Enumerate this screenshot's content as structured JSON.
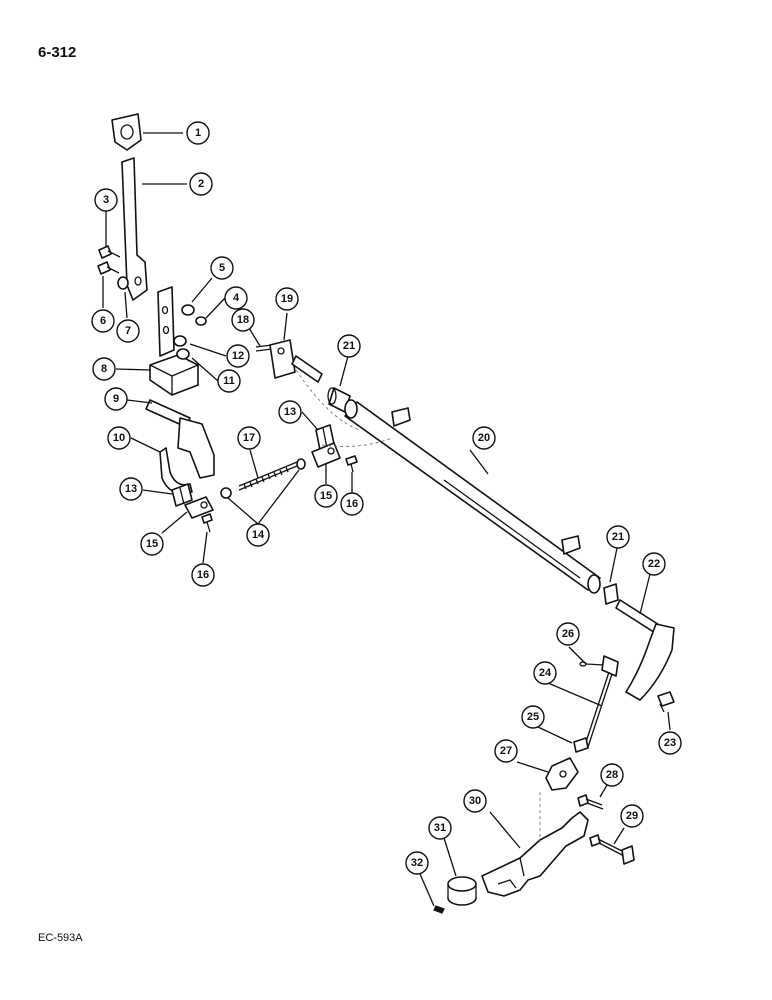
{
  "page": {
    "number": "6-312",
    "figure_code": "EC-593A"
  },
  "callouts": [
    {
      "id": "1",
      "label": "1"
    },
    {
      "id": "2",
      "label": "2"
    },
    {
      "id": "3",
      "label": "3"
    },
    {
      "id": "4",
      "label": "4"
    },
    {
      "id": "5",
      "label": "5"
    },
    {
      "id": "6",
      "label": "6"
    },
    {
      "id": "7",
      "label": "7"
    },
    {
      "id": "8",
      "label": "8"
    },
    {
      "id": "9",
      "label": "9"
    },
    {
      "id": "10",
      "label": "10"
    },
    {
      "id": "11",
      "label": "11"
    },
    {
      "id": "12",
      "label": "12"
    },
    {
      "id": "13a",
      "label": "13"
    },
    {
      "id": "13b",
      "label": "13"
    },
    {
      "id": "14",
      "label": "14"
    },
    {
      "id": "15a",
      "label": "15"
    },
    {
      "id": "15b",
      "label": "15"
    },
    {
      "id": "16a",
      "label": "16"
    },
    {
      "id": "16b",
      "label": "16"
    },
    {
      "id": "17",
      "label": "17"
    },
    {
      "id": "18",
      "label": "18"
    },
    {
      "id": "19",
      "label": "19"
    },
    {
      "id": "20",
      "label": "20"
    },
    {
      "id": "21a",
      "label": "21"
    },
    {
      "id": "21b",
      "label": "21"
    },
    {
      "id": "22",
      "label": "22"
    },
    {
      "id": "23",
      "label": "23"
    },
    {
      "id": "24",
      "label": "24"
    },
    {
      "id": "25",
      "label": "25"
    },
    {
      "id": "26",
      "label": "26"
    },
    {
      "id": "27",
      "label": "27"
    },
    {
      "id": "28",
      "label": "28"
    },
    {
      "id": "29",
      "label": "29"
    },
    {
      "id": "30",
      "label": "30"
    },
    {
      "id": "31",
      "label": "31"
    },
    {
      "id": "32",
      "label": "32"
    }
  ]
}
